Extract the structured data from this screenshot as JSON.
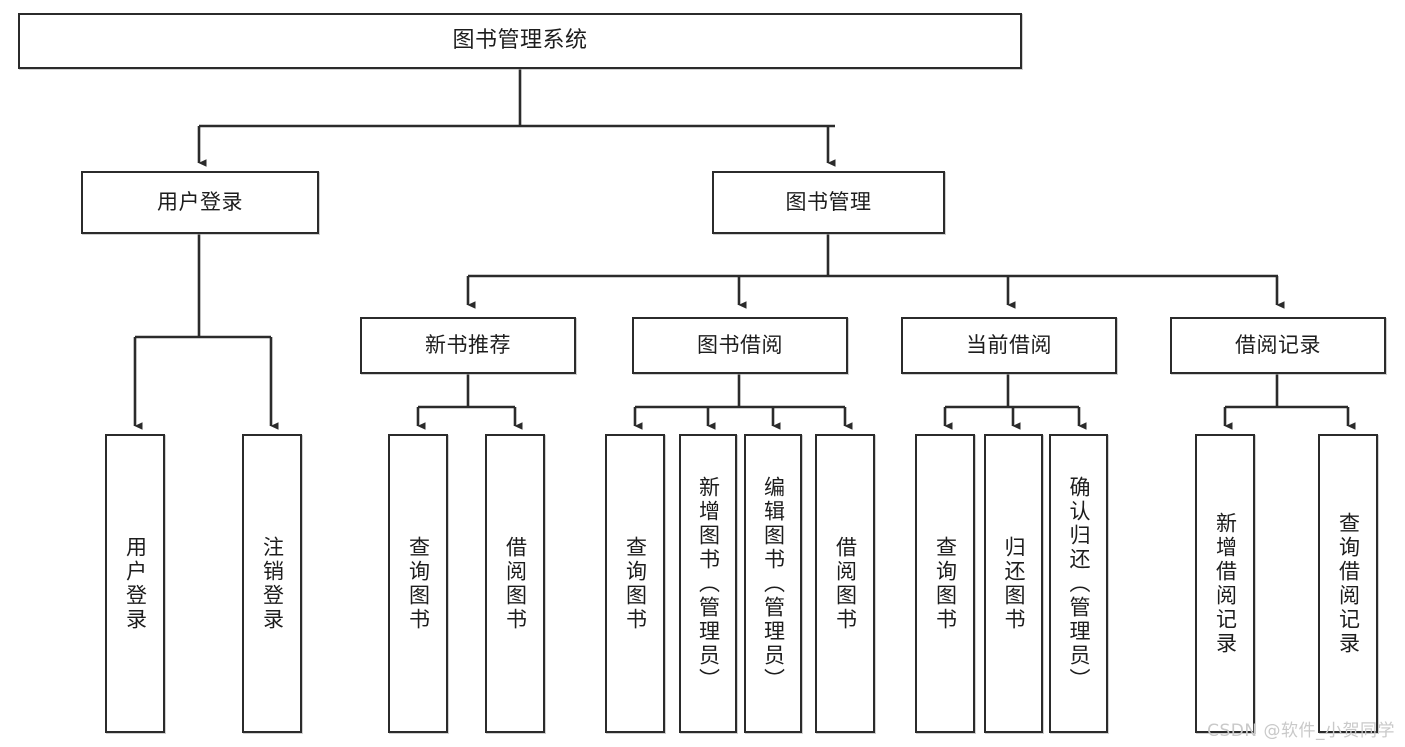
{
  "diagram": {
    "title": "图书管理系统",
    "type": "functional-structure-tree",
    "colors": {
      "box_border": "#2b2b2b",
      "box_fill": "#ffffff",
      "edge": "#2b2b2b",
      "text": "#1d1d1d",
      "watermark": "#c9c9c9",
      "page_background": "#ffffff"
    },
    "watermark": "CSDN @软件_小贺同学"
  },
  "nodes": {
    "root": {
      "label": "图书管理系统"
    },
    "level2": [
      {
        "id": "user-login",
        "label": "用户登录"
      },
      {
        "id": "book-manage",
        "label": "图书管理"
      }
    ],
    "level3": [
      {
        "id": "new-book-recommend",
        "label": "新书推荐"
      },
      {
        "id": "book-borrow",
        "label": "图书借阅"
      },
      {
        "id": "current-borrow",
        "label": "当前借阅"
      },
      {
        "id": "borrow-record",
        "label": "借阅记录"
      }
    ],
    "leaves": {
      "user_login": [
        {
          "id": "leaf-user-login",
          "label": "用户登录"
        },
        {
          "id": "leaf-logout-login",
          "label": "注销登录"
        }
      ],
      "new_book_recommend": [
        {
          "id": "leaf-query-book-1",
          "label": "查询图书"
        },
        {
          "id": "leaf-borrow-book-1",
          "label": "借阅图书"
        }
      ],
      "book_borrow": [
        {
          "id": "leaf-query-book-2",
          "label": "查询图书"
        },
        {
          "id": "leaf-add-book",
          "label": "新增图书（管理员）"
        },
        {
          "id": "leaf-edit-book",
          "label": "编辑图书（管理员）"
        },
        {
          "id": "leaf-borrow-book-2",
          "label": "借阅图书"
        }
      ],
      "current_borrow": [
        {
          "id": "leaf-query-book-3",
          "label": "查询图书"
        },
        {
          "id": "leaf-return-book",
          "label": "归还图书"
        },
        {
          "id": "leaf-confirm-return",
          "label": "确认归还（管理员）"
        }
      ],
      "borrow_record": [
        {
          "id": "leaf-add-record",
          "label": "新增借阅记录"
        },
        {
          "id": "leaf-query-record",
          "label": "查询借阅记录"
        }
      ]
    }
  }
}
